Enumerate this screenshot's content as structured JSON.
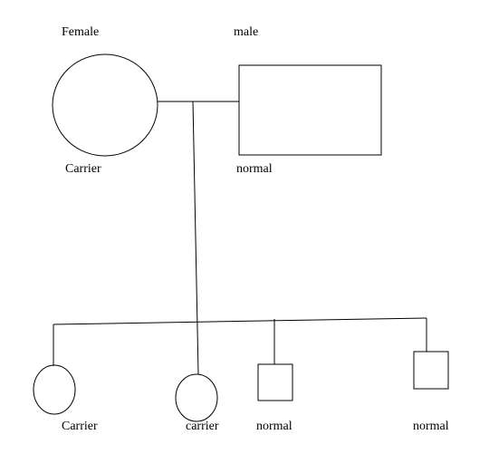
{
  "header": {
    "female_label": "Female",
    "male_label": "male"
  },
  "parents": {
    "mother_status": "Carrier",
    "father_status": "normal"
  },
  "children": [
    {
      "sex": "female",
      "status": "Carrier"
    },
    {
      "sex": "female",
      "status": "carrier"
    },
    {
      "sex": "male",
      "status": "normal"
    },
    {
      "sex": "male",
      "status": "normal"
    }
  ],
  "colors": {
    "stroke": "#000000",
    "background": "#ffffff"
  }
}
